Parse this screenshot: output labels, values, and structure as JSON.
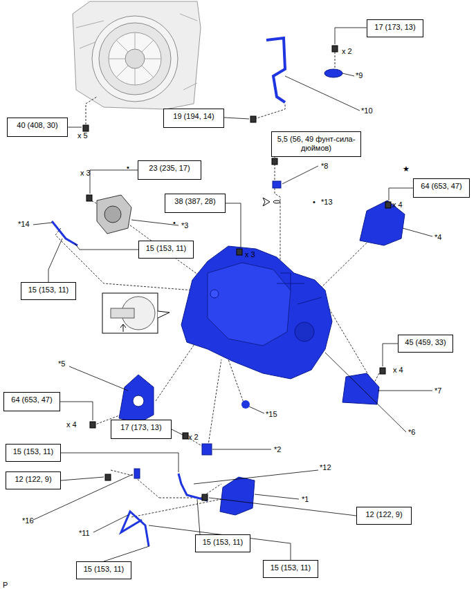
{
  "diagram": {
    "nodes": [
      {
        "text": [
          "40 (408, 30)"
        ]
      },
      {
        "text": [
          "17 (173, 13)"
        ]
      },
      {
        "text": [
          "19 (194, 14)"
        ]
      },
      {
        "text": [
          "5,5 (56, 49 фунт-сила-дюймов)"
        ]
      },
      {
        "text": [
          "23 (235, 17)"
        ]
      },
      {
        "text": [
          "38 (387, 28)"
        ]
      },
      {
        "text": [
          "64 (653, 47)"
        ]
      },
      {
        "text": [
          "15 (153, 11)"
        ]
      },
      {
        "text": [
          "15 (153, 11)"
        ]
      },
      {
        "text": [
          "45 (459, 33)"
        ]
      },
      {
        "text": [
          "64 (653, 47)"
        ]
      },
      {
        "text": [
          "17 (173, 13)"
        ]
      },
      {
        "text": [
          "15 (153, 11)"
        ]
      },
      {
        "text": [
          "12 (122, 9)"
        ]
      },
      {
        "text": [
          "12 (122, 9)"
        ]
      },
      {
        "text": [
          "15 (153, 11)"
        ]
      },
      {
        "text": [
          "15 (153, 11)"
        ]
      },
      {
        "text": [
          "15 (153, 11)"
        ]
      }
    ],
    "edges": [],
    "labels": [
      "x 5",
      "x 2",
      "*9",
      "*10",
      "*8",
      "•",
      "*13",
      "★",
      "x 4",
      "*4",
      "•",
      "x 3",
      "•",
      "*3",
      "*14",
      "x 3",
      "x 4",
      "*7",
      "*5",
      "x 4",
      "*15",
      "*6",
      "x 2",
      "*2",
      "*12",
      "*1",
      "*16",
      "*11",
      "P"
    ]
  }
}
